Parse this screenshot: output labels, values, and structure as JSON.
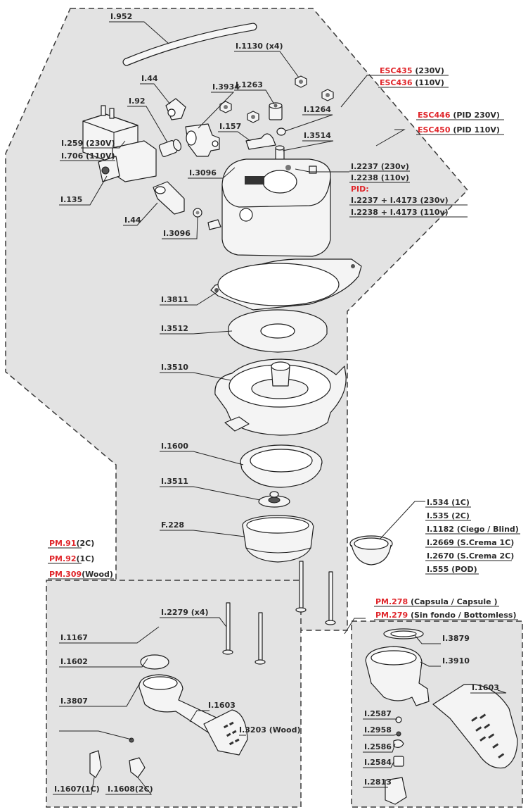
{
  "colors": {
    "panel": "#e3e3e3",
    "accent_red": "#e0262b",
    "line": "#222222"
  },
  "labels": {
    "i952": "I.952",
    "i1130": "I.1130 (x4)",
    "i1263": "I.1263",
    "i44a": "I.44",
    "i3934": "I.3934",
    "i92": "I.92",
    "i1264": "I.1264",
    "i157": "I.157",
    "i3514": "I.3514",
    "i259": "I.259 (230V)",
    "i706": "I.706 (110V)",
    "i135": "I.135",
    "i3096a": "I.3096",
    "i2237": "I.2237 (230v)",
    "i2238": "I.2238 (110v)",
    "pid_title": "PID:",
    "pid_230": "I.2237 + I.4173 (230v)",
    "pid_110": "I.2238 + I.4173 (110v)",
    "i44b": "I.44",
    "i3096b": "I.3096",
    "i3811": "I.3811",
    "i3512": "I.3512",
    "i3510": "I.3510",
    "i1600": "I.1600",
    "i3511": "I.3511",
    "f228": "F.228",
    "i2279": "I.2279 (x4)",
    "i1167": "I.1167",
    "i1602": "I.1602",
    "i3807": "I.3807",
    "i1603a": "I.1603",
    "i3203": "I.3203 (Wood)",
    "i1607": "I.1607(1C)",
    "i1608": "I.1608(2C)",
    "i3879": "I.3879",
    "i3910": "I.3910",
    "i1603b": "I.1603",
    "i2587": "I.2587",
    "i2958": "I.2958",
    "i2586": "I.2586",
    "i2584": "I.2584",
    "i2813": "I.2813"
  },
  "codes": {
    "esc435": {
      "code": "ESC435",
      "note": " (230V)"
    },
    "esc436": {
      "code": "ESC436",
      "note": " (110V)"
    },
    "esc446": {
      "code": "ESC446",
      "note": " (PID 230V)"
    },
    "esc450": {
      "code": "ESC450",
      "note": " (PID 110V)"
    },
    "pm278": {
      "code": "PM.278",
      "note": " (Capsula / Capsule )"
    },
    "pm279": {
      "code": "PM.279",
      "note": " (Sin fondo / Bottomless)"
    },
    "pm91": {
      "code": "PM.91",
      "note": "(2C)"
    },
    "pm92": {
      "code": "PM.92",
      "note": "(1C)"
    },
    "pm309": {
      "code": "PM.309",
      "note": "(Wood)"
    }
  },
  "baskets": [
    "I.534 (1C)",
    "I.535 (2C)",
    "I.1182 (Ciego / Blind)",
    "I.2669 (S.Crema 1C)",
    "I.2670 (S.Crema 2C)",
    "I.555 (POD)"
  ]
}
